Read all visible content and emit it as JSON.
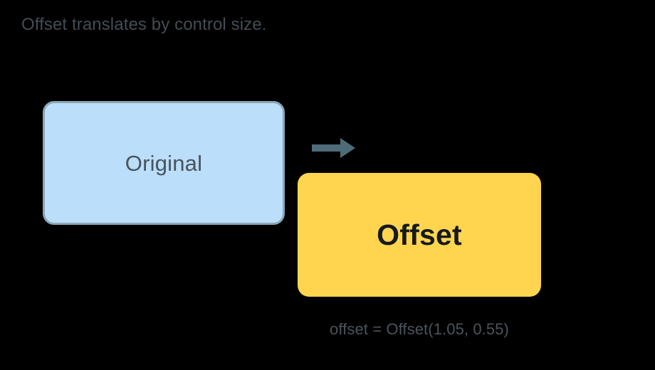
{
  "diagram": {
    "title": "Offset translates by control size.",
    "background_color": "#000000",
    "title_color": "#434c54",
    "boxes": [
      {
        "id": "original",
        "label": "Original",
        "fill_color": "#bbdefb",
        "border_color": "#8ba6b5",
        "text_color": "#48545c"
      },
      {
        "id": "offset",
        "label": "Offset",
        "fill_color": "#ffd54f",
        "border_color": "none",
        "text_color": "#16191d"
      }
    ],
    "arrow": {
      "icon": "arrow-right-icon",
      "color": "#4f6b79",
      "direction": "right"
    },
    "caption": {
      "text": "offset = Offset(1.05, 0.55)",
      "color": "#4a545c"
    }
  }
}
